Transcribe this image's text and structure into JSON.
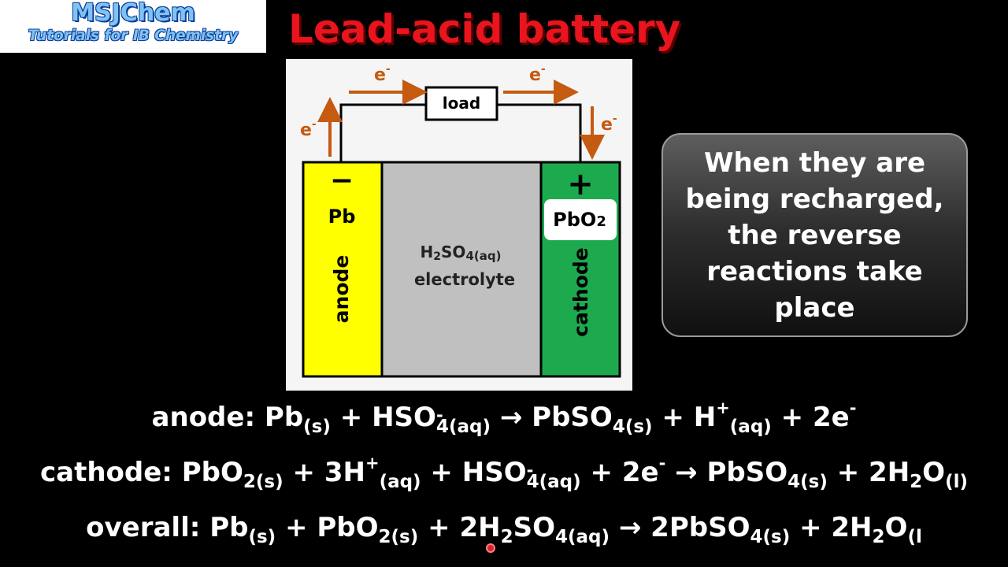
{
  "logo": {
    "title": "MSJChem",
    "subtitle": "Tutorials for IB Chemistry"
  },
  "page_title": "Lead-acid battery",
  "diagram": {
    "electron_labels": [
      "e",
      "e",
      "e",
      "e"
    ],
    "electron_superscript": "-",
    "load_label": "load",
    "negative_sign": "−",
    "positive_sign": "+",
    "anode_material": "Pb",
    "anode_label": "anode",
    "cathode_material": "PbO",
    "cathode_material_subscript": "2",
    "cathode_label": "cathode",
    "electrolyte_formula": {
      "h": "H",
      "h_sub": "2",
      "so": "SO",
      "so_sub": "4(aq)"
    },
    "electrolyte_label": "electrolyte",
    "colors": {
      "anode": "#ffff00",
      "electrolyte": "#c0c0c0",
      "cathode": "#1daa4f",
      "arrow": "#c55a11",
      "wire": "#000000"
    }
  },
  "callout": {
    "text": "When they are being recharged, the reverse reactions take place"
  },
  "equations": {
    "anode": {
      "label": "anode:",
      "pb": "Pb",
      "s1": "(s)",
      "plus1": "+",
      "hso4": "HSO",
      "hso4_sub": "4",
      "hso4_sup": "-",
      "aq1": "(aq)",
      "arrow": "→",
      "pbso4": "PbSO",
      "pbso4_sub": "4(s)",
      "plus2": "+",
      "h": "H",
      "h_sup": "+",
      "aq2": "(aq)",
      "plus3": "+",
      "e": "2e",
      "e_sup": "-"
    },
    "cathode": {
      "label": "cathode:",
      "pbo2": "PbO",
      "pbo2_sub": "2(s)",
      "plus1": "+",
      "h": "3H",
      "h_sup": "+",
      "aq1": "(aq)",
      "plus2": "+",
      "hso4": "HSO",
      "hso4_sub": "4",
      "hso4_sup": "-",
      "aq2": "(aq)",
      "plus3": "+",
      "e": "2e",
      "e_sup": "-",
      "arrow": "→",
      "pbso4": "PbSO",
      "pbso4_sub": "4(s)",
      "plus4": "+",
      "water": "2H",
      "water_sub": "2",
      "o": "O",
      "l": "(l)"
    },
    "overall": {
      "label": "overall:",
      "pb": "Pb",
      "s1": "(s)",
      "plus1": "+",
      "pbo2": "PbO",
      "pbo2_sub": "2(s)",
      "plus2": "+",
      "acid": "2H",
      "acid_sub": "2",
      "so4": "SO",
      "so4_sub": "4(aq)",
      "arrow": "→",
      "pbso4": "2PbSO",
      "pbso4_sub": "4(s)",
      "plus3": "+",
      "water": "2H",
      "water_sub": "2",
      "o": "O",
      "l": "(l"
    }
  }
}
